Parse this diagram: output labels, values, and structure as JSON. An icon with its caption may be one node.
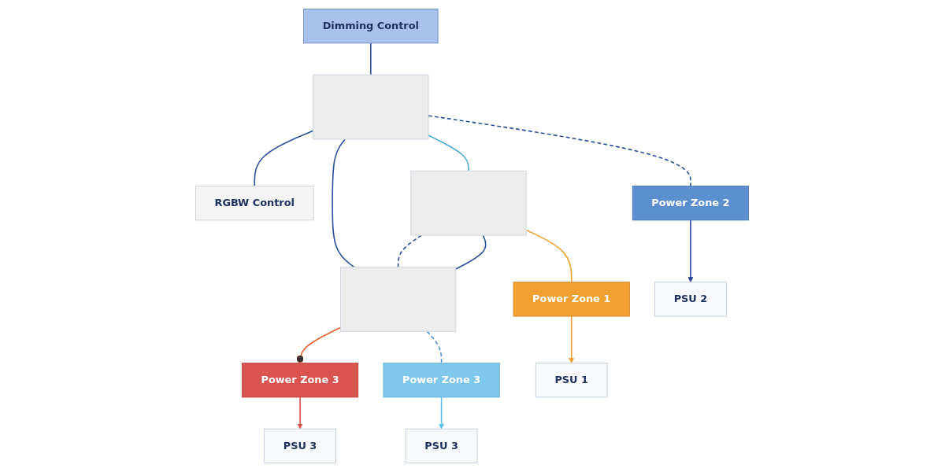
{
  "diagram": {
    "nodes": [
      {
        "text": [
          "Dimming Control"
        ]
      },
      {
        "text": [],
        "shape": "box"
      },
      {
        "text": [
          "RGBW Control"
        ]
      },
      {
        "text": [],
        "shape": "box"
      },
      {
        "text": [],
        "shape": "box"
      },
      {
        "text": [
          "Power Zone 1"
        ]
      },
      {
        "text": [
          "Power Zone 2"
        ]
      },
      {
        "text": [
          "Power Zone 3"
        ]
      },
      {
        "text": [
          "Power Zone 3"
        ]
      },
      {
        "text": [
          "PSU 1"
        ]
      },
      {
        "text": [
          "PSU 2"
        ]
      },
      {
        "text": [
          "PSU 3"
        ]
      },
      {
        "text": [
          "PSU 3"
        ]
      }
    ],
    "edges": [
      {
        "from": 0,
        "to": 1,
        "arrow": "none"
      },
      {
        "from": 1,
        "to": 2,
        "arrow": "none"
      },
      {
        "from": 1,
        "to": 3,
        "arrow": "none",
        "color": "#4aa8d8"
      },
      {
        "from": 1,
        "to": 4,
        "arrow": "none"
      },
      {
        "from": 1,
        "to": 6,
        "arrow": "none",
        "style": "dashed"
      },
      {
        "from": 3,
        "to": 4,
        "arrow": "none",
        "style": "dashed"
      },
      {
        "from": 3,
        "to": 4,
        "arrow": "none"
      },
      {
        "from": 3,
        "to": 5,
        "arrow": "none",
        "color": "#f0a030"
      },
      {
        "from": 4,
        "to": 8,
        "arrow": "other",
        "color": "#e0602a"
      },
      {
        "from": 4,
        "to": 7,
        "arrow": "none",
        "style": "dashed",
        "color": "#4a90d0"
      },
      {
        "from": 5,
        "to": 9,
        "arrow": "to",
        "color": "#f0a030"
      },
      {
        "from": 6,
        "to": 10,
        "arrow": "to",
        "color": "#2b3f94"
      },
      {
        "from": 7,
        "to": 11,
        "arrow": "to",
        "color": "#5bc0e8"
      },
      {
        "from": 8,
        "to": 12,
        "arrow": "to",
        "color": "#d9534f"
      }
    ]
  }
}
